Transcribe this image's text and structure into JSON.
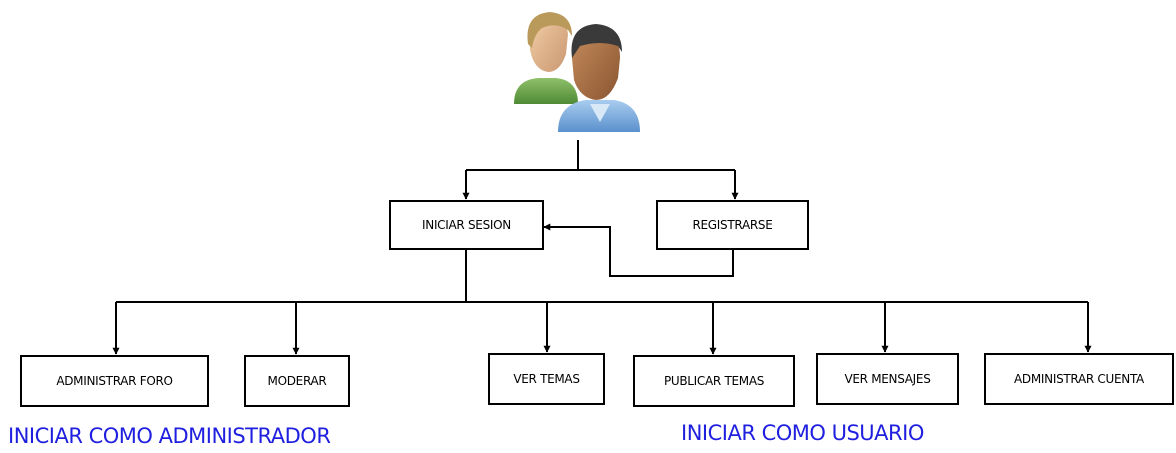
{
  "nodes": {
    "iniciar_sesion": "INICIAR SESION",
    "registrarse": "REGISTRARSE",
    "administrar_foro": "ADMINISTRAR FORO",
    "moderar": "MODERAR",
    "ver_temas": "VER TEMAS",
    "publicar_temas": "PUBLICAR TEMAS",
    "ver_mensajes": "VER MENSAJES",
    "administrar_cuenta": "ADMINISTRAR CUENTA"
  },
  "captions": {
    "admin": "INICIAR COMO ADMINISTRADOR",
    "user": "INICIAR COMO USUARIO"
  },
  "icons": {
    "top": "users-icon"
  },
  "colors": {
    "caption": "#1f1fe0",
    "line": "#000000"
  }
}
